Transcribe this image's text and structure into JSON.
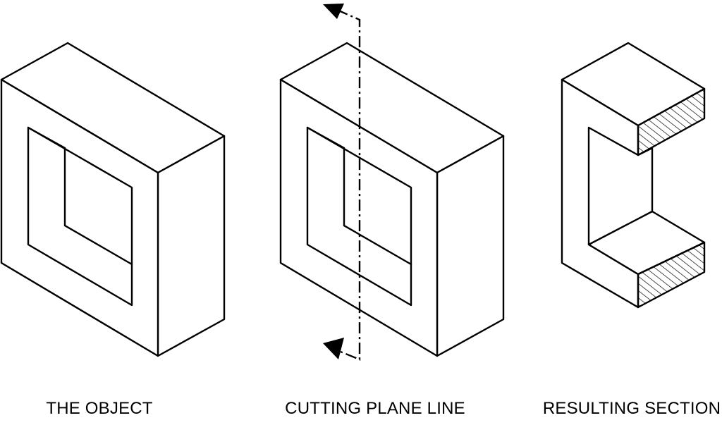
{
  "captions": {
    "object": "THE OBJECT",
    "cutting_plane": "CUTTING PLANE LINE",
    "section": "RESULTING SECTION"
  },
  "icons": {
    "arrow_top": "arrowhead-up-left",
    "arrow_bottom": "arrowhead-down-left"
  },
  "colors": {
    "line": "#000000",
    "background": "#ffffff"
  }
}
